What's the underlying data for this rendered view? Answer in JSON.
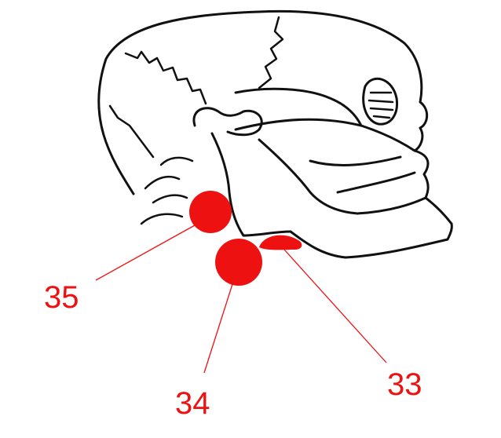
{
  "labels": {
    "label_33": "33",
    "label_34": "34",
    "label_35": "35"
  },
  "colors": {
    "marker": "#ee1111",
    "outline": "#111111"
  }
}
